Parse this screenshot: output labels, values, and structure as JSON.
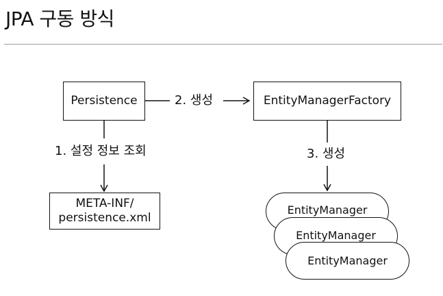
{
  "page": {
    "title": "JPA 구동 방식"
  },
  "nodes": {
    "persistence": "Persistence",
    "emf": "EntityManagerFactory",
    "meta_inf_line1": "META-INF/",
    "meta_inf_line2": "persistence.xml",
    "entity_managers": [
      "EntityManager",
      "EntityManager",
      "EntityManager"
    ]
  },
  "edges": {
    "create_emf": "2. 생성",
    "read_config": "1. 설정 정보 조회",
    "create_em": "3. 생성"
  }
}
